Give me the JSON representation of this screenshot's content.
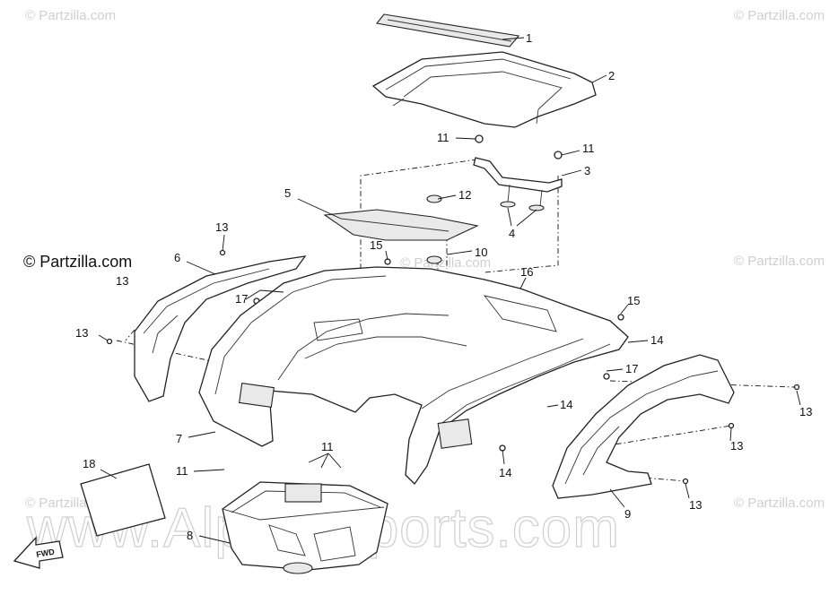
{
  "watermarks": {
    "small": "© Partzilla.com",
    "left": "© Partzilla.com",
    "big": "www.Alpha-Sports.com"
  },
  "arrow_label": "FWD",
  "callouts": {
    "c1": "1",
    "c2": "2",
    "c3": "3",
    "c4": "4",
    "c5": "5",
    "c6": "6",
    "c7": "7",
    "c7b": "7",
    "c8": "8",
    "c9": "9",
    "c10": "10",
    "c11a": "11",
    "c11b": "11",
    "c11c": "11",
    "c11d": "11",
    "c12": "12",
    "c13a": "13",
    "c13b": "13",
    "c13c": "13",
    "c13d": "13",
    "c13e": "13",
    "c13f": "13",
    "c14a": "14",
    "c14b": "14",
    "c14c": "14",
    "c15a": "15",
    "c15b": "15",
    "c16": "16",
    "c17a": "17",
    "c17b": "17",
    "c18": "18"
  }
}
